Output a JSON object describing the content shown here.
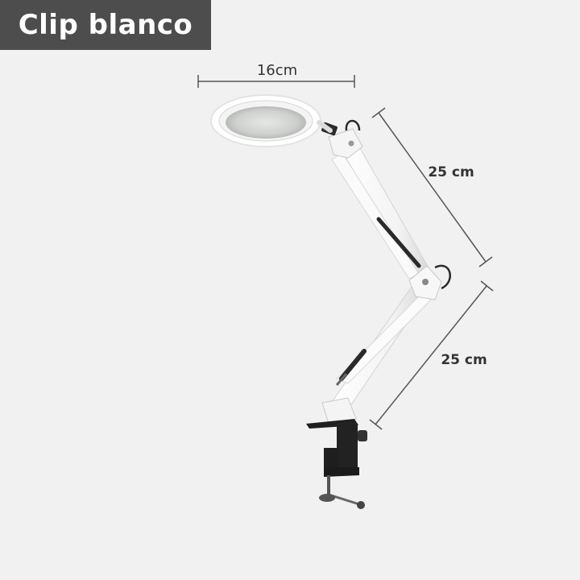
{
  "banner": {
    "label": "Clip blanco"
  },
  "dimensions": {
    "lens_diameter": "16cm",
    "upper_arm": "25 cm",
    "lower_arm": "25 cm"
  },
  "colors": {
    "background": "#f1f1f1",
    "banner": "#4d4d4d",
    "lamp_body": "#ffffff",
    "metal": "#222222"
  },
  "icons": [
    "magnifier-lamp-illustration"
  ]
}
